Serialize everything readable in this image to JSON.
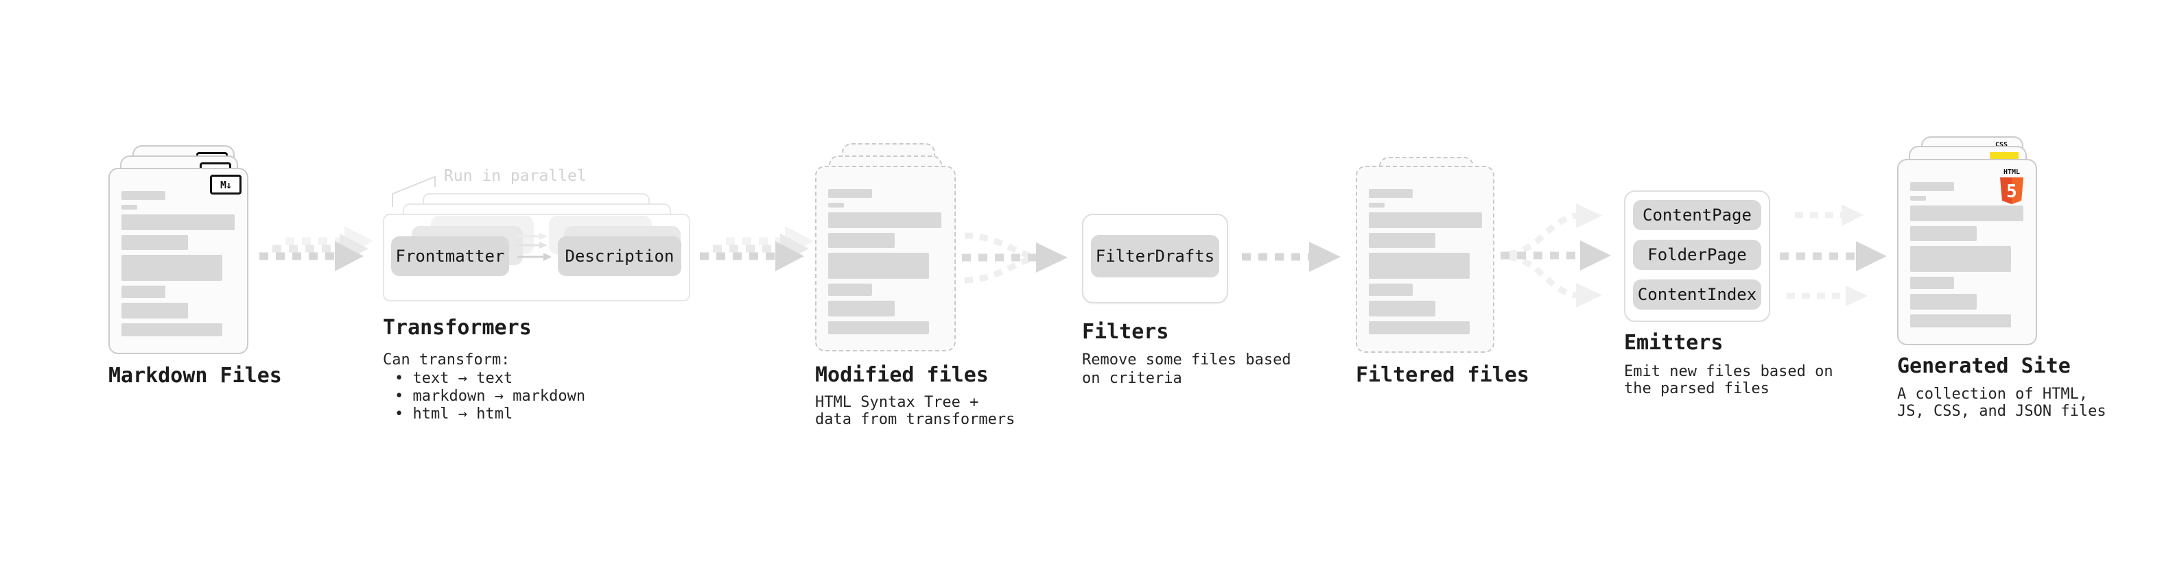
{
  "markdown": {
    "label": "Markdown Files",
    "badge": "M↓"
  },
  "transformers": {
    "label": "Transformers",
    "annotation": "Run in parallel",
    "pill_left": "Frontmatter",
    "pill_right": "Description",
    "heading": "Can transform:",
    "bullets": [
      "• text → text",
      "• markdown → markdown",
      "• html → html"
    ]
  },
  "modified": {
    "label": "Modified files",
    "desc_line1": "HTML Syntax Tree +",
    "desc_line2": "data from transformers"
  },
  "filters": {
    "label": "Filters",
    "pill": "FilterDrafts",
    "desc_line1": "Remove some files based",
    "desc_line2": "on criteria"
  },
  "filtered": {
    "label": "Filtered files"
  },
  "emitters": {
    "label": "Emitters",
    "pills": [
      "ContentPage",
      "FolderPage",
      "ContentIndex"
    ],
    "desc_line1": "Emit new files based on",
    "desc_line2": "the parsed files"
  },
  "generated": {
    "label": "Generated Site",
    "css_badge_text": "CSS",
    "html_badge_text": "HTML",
    "html_badge_number": "5",
    "desc_line1": "A collection of HTML,",
    "desc_line2": "JS, CSS, and JSON files"
  },
  "colors": {
    "html5_orange": "#e44d26",
    "html5_orange_light": "#f16529",
    "js_yellow": "#f7df1e",
    "css_blue": "#2965f1"
  }
}
